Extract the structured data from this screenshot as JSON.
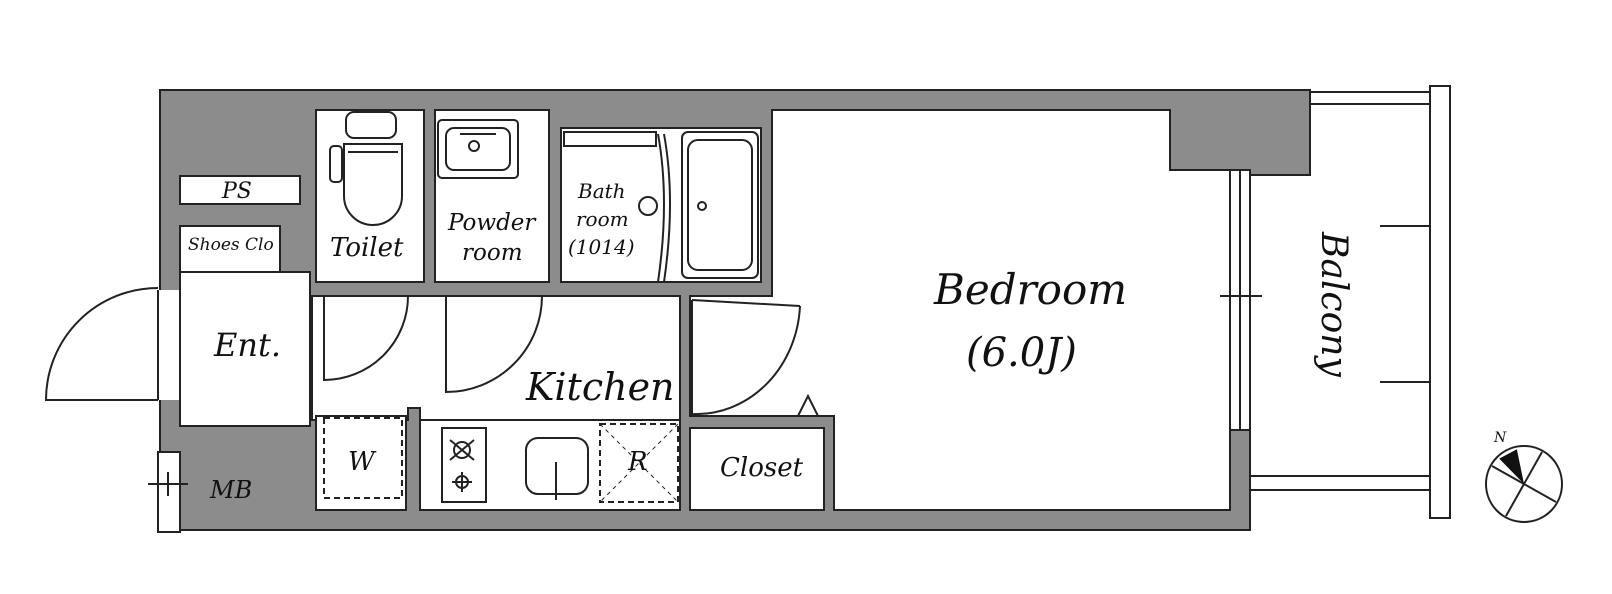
{
  "rooms": {
    "ps": "PS",
    "shoes": "Shoes Clo",
    "toilet": "Toilet",
    "powder_line1": "Powder",
    "powder_line2": "room",
    "bath_line1": "Bath",
    "bath_line2": "room",
    "bath_line3": "(1014)",
    "entrance": "Ent.",
    "kitchen": "Kitchen",
    "washer": "W",
    "refrigerator": "R",
    "closet": "Closet",
    "meter_box": "MB",
    "bedroom": "Bedroom",
    "bedroom_size": "(6.0J)",
    "balcony": "Balcony"
  },
  "compass": {
    "label": "N"
  },
  "colors": {
    "wall": "#8c8c8c",
    "line": "#222222",
    "floor": "#ffffff"
  }
}
